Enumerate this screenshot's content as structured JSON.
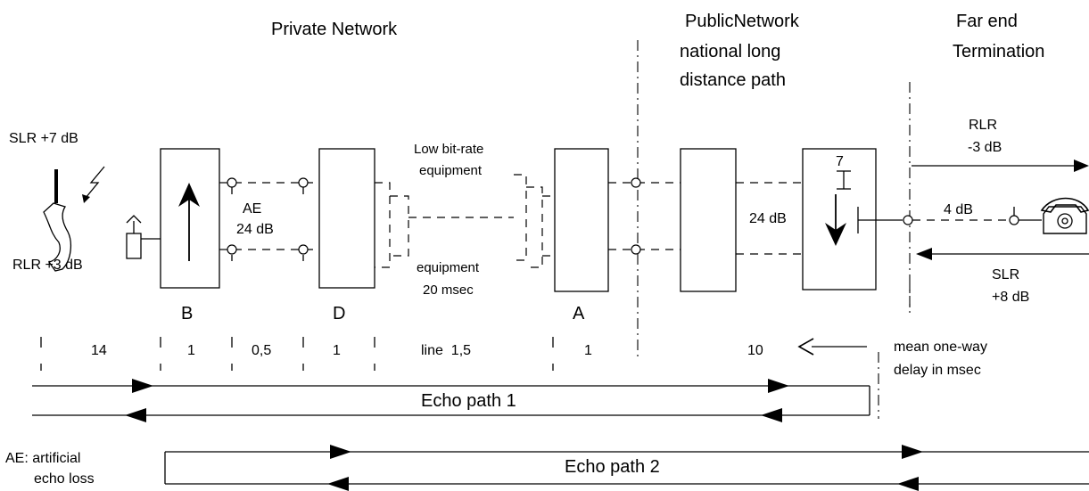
{
  "title": "Private Network",
  "public_network": {
    "line1": "PublicNetwork",
    "line2": "national long",
    "line3": "distance path"
  },
  "far_end": {
    "line1": "Far end",
    "line2": "Termination"
  },
  "labels": {
    "slr_left": "SLR +7 dB",
    "rlr_left": "RLR +3 dB",
    "ae_label": "AE",
    "ae_value": "24 dB",
    "low_bit_rate_1": "Low bit-rate",
    "low_bit_rate_2": "equipment",
    "equipment_1": "equipment",
    "equipment_2": "20 msec",
    "loss_24db": "24 dB",
    "seven": "7",
    "rlr_right_1": "RLR",
    "rlr_right_2": "-3 dB",
    "loss_4db": "4 dB",
    "slr_right_1": "SLR",
    "slr_right_2": "+8 dB",
    "block_b": "B",
    "block_d": "D",
    "block_a": "A"
  },
  "delays": {
    "d14": "14",
    "d1_b": "1",
    "d05": "0,5",
    "d1_d": "1",
    "line": "line  1,5",
    "d1_a": "1",
    "d10": "10",
    "caption_1": "mean one-way",
    "caption_2": "delay in msec"
  },
  "echo": {
    "path1": "Echo path 1",
    "path2": "Echo path 2"
  },
  "footnote": {
    "line1": "AE: artificial",
    "line2": "echo loss"
  }
}
